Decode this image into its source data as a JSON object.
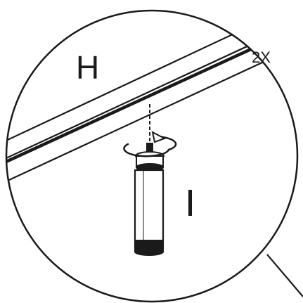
{
  "diagram": {
    "part_label_rail": "H",
    "part_label_leg": "I",
    "quantity_label": "2X",
    "action": "screw-clockwise-rotation",
    "line_color": "#1a1a1a",
    "background_color": "#ffffff"
  }
}
